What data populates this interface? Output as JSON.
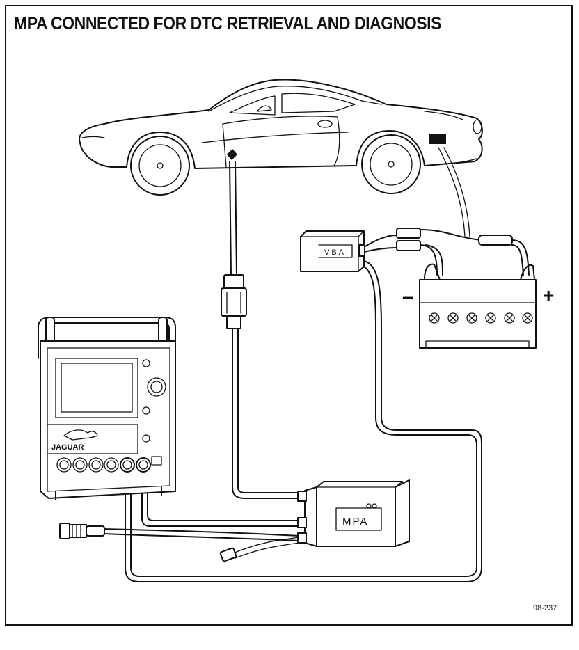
{
  "title": "MPA CONNECTED FOR DTC RETRIEVAL AND DIAGNOSIS",
  "figure_number": "98-237",
  "labels": {
    "vba": "VBA",
    "mpa": "MPA",
    "negative": "–",
    "positive": "+",
    "brand": "JAGUAR"
  }
}
